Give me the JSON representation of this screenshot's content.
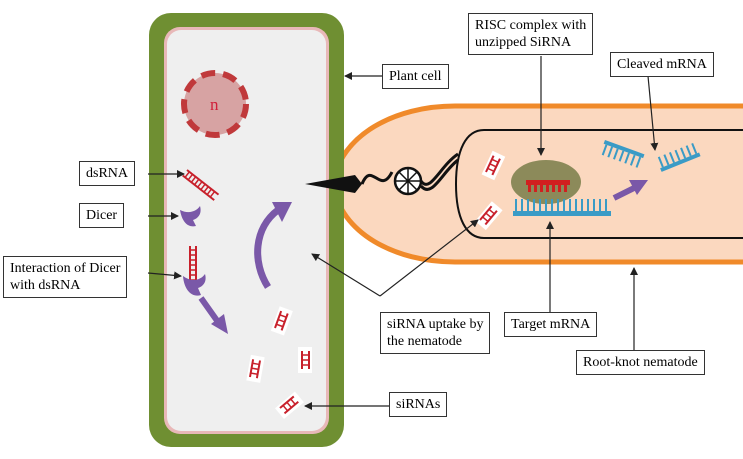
{
  "colors": {
    "cell_wall": "#6f8f32",
    "cytoplasm": "#efefef",
    "membrane": "#e8b8b8",
    "nucleus_fill": "#d7a3a3",
    "nucleus_dash": "#c0393b",
    "nematode_body": "#fbd8bf",
    "nematode_outline": "#f08a2a",
    "rna_red": "#c8202b",
    "rna_blue": "#3a9bc6",
    "enzyme_purple": "#7a58a8",
    "risc_olive": "#8c8a5a",
    "stylet": "#111111"
  },
  "icons": [
    "dicer-icon",
    "dsrna-icon",
    "sirna-icon",
    "risc-icon",
    "mrna-icon",
    "stylet-icon",
    "arrow-icon"
  ],
  "nucleus_letter": "n",
  "labels": {
    "plant_cell": "Plant cell",
    "dsrna": "dsRNA",
    "dicer": "Dicer",
    "interaction_line1": "Interaction of Dicer",
    "interaction_line2": "with dsRNA",
    "risc_line1": "RISC complex with",
    "risc_line2": "unzipped SiRNA",
    "cleaved_mrna": "Cleaved mRNA",
    "uptake_line1": "siRNA uptake by",
    "uptake_line2": "the nematode",
    "target_mrna": "Target mRNA",
    "root_knot": "Root-knot nematode",
    "sirnas": "siRNAs"
  }
}
